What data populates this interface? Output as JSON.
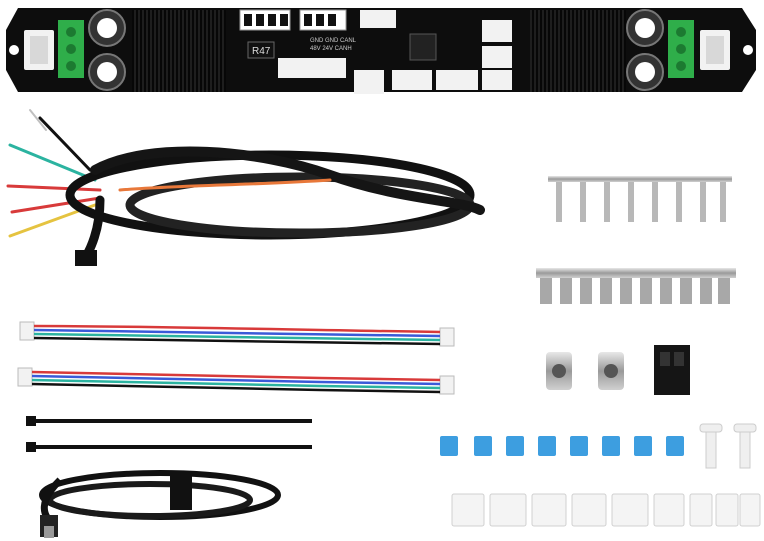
{
  "board": {
    "ref_label": "R47",
    "silk_line_1": "GND GND CANL",
    "silk_line_2": "48V 24V CANH"
  },
  "colors": {
    "pcb": "#0d0d0d",
    "heatsink": "#1a1a1a",
    "terminal_green": "#2fae4a",
    "connector_white": "#f2f2f2",
    "jumper_blue": "#3d9ee0",
    "wire_red": "#d83a3a",
    "wire_blue": "#3a5ad8",
    "wire_green": "#2bb3a0",
    "metal": "#c8c8c8"
  },
  "icons": {
    "main_board": "toolhead-pcb-icon",
    "cable": "braided-cable-icon",
    "usb": "usb-cable-icon"
  }
}
